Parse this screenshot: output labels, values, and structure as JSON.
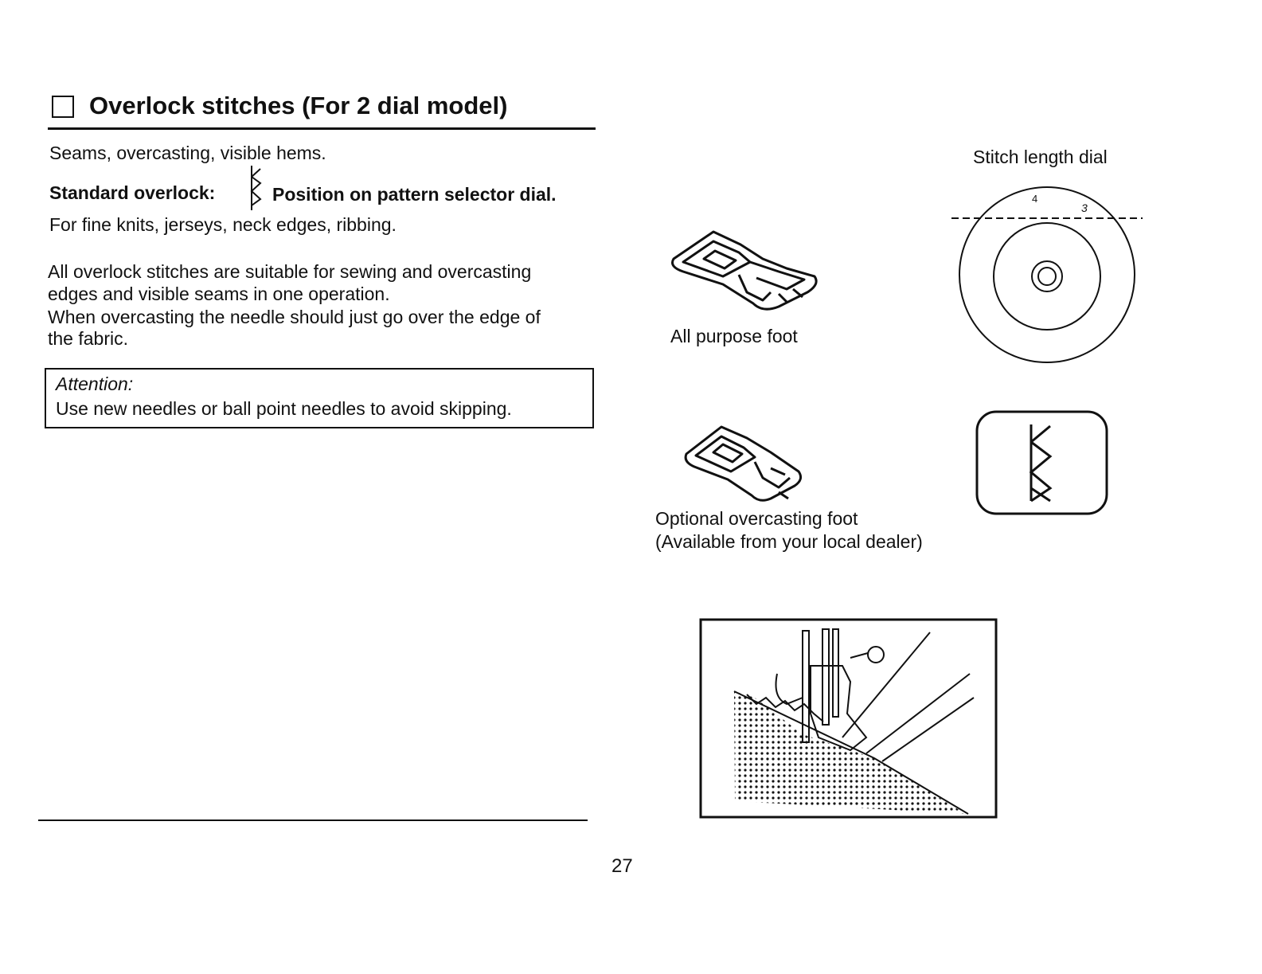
{
  "heading": {
    "title": "Overlock stitches (For 2 dial model)"
  },
  "intro": {
    "uses": "Seams, overcasting, visible hems.",
    "standard_label": "Standard overlock:",
    "position_text": "Position on pattern selector dial.",
    "fabrics": "For fine knits, jerseys, neck edges, ribbing."
  },
  "body": {
    "line1": "All overlock stitches are suitable for sewing and overcasting",
    "line2": "edges and visible seams in one operation.",
    "line3": "When overcasting the needle should just go over the edge of",
    "line4": "the fabric."
  },
  "attention": {
    "title": "Attention:",
    "text": "Use new needles or ball point needles to avoid skipping."
  },
  "figures": {
    "all_purpose_foot": "All purpose foot",
    "optional_foot_line1": "Optional overcasting foot",
    "optional_foot_line2": "(Available from your local dealer)",
    "dial_label": "Stitch length dial",
    "dial_mark_4": "4",
    "dial_mark_3": "3"
  },
  "footer": {
    "page_number": "27"
  }
}
